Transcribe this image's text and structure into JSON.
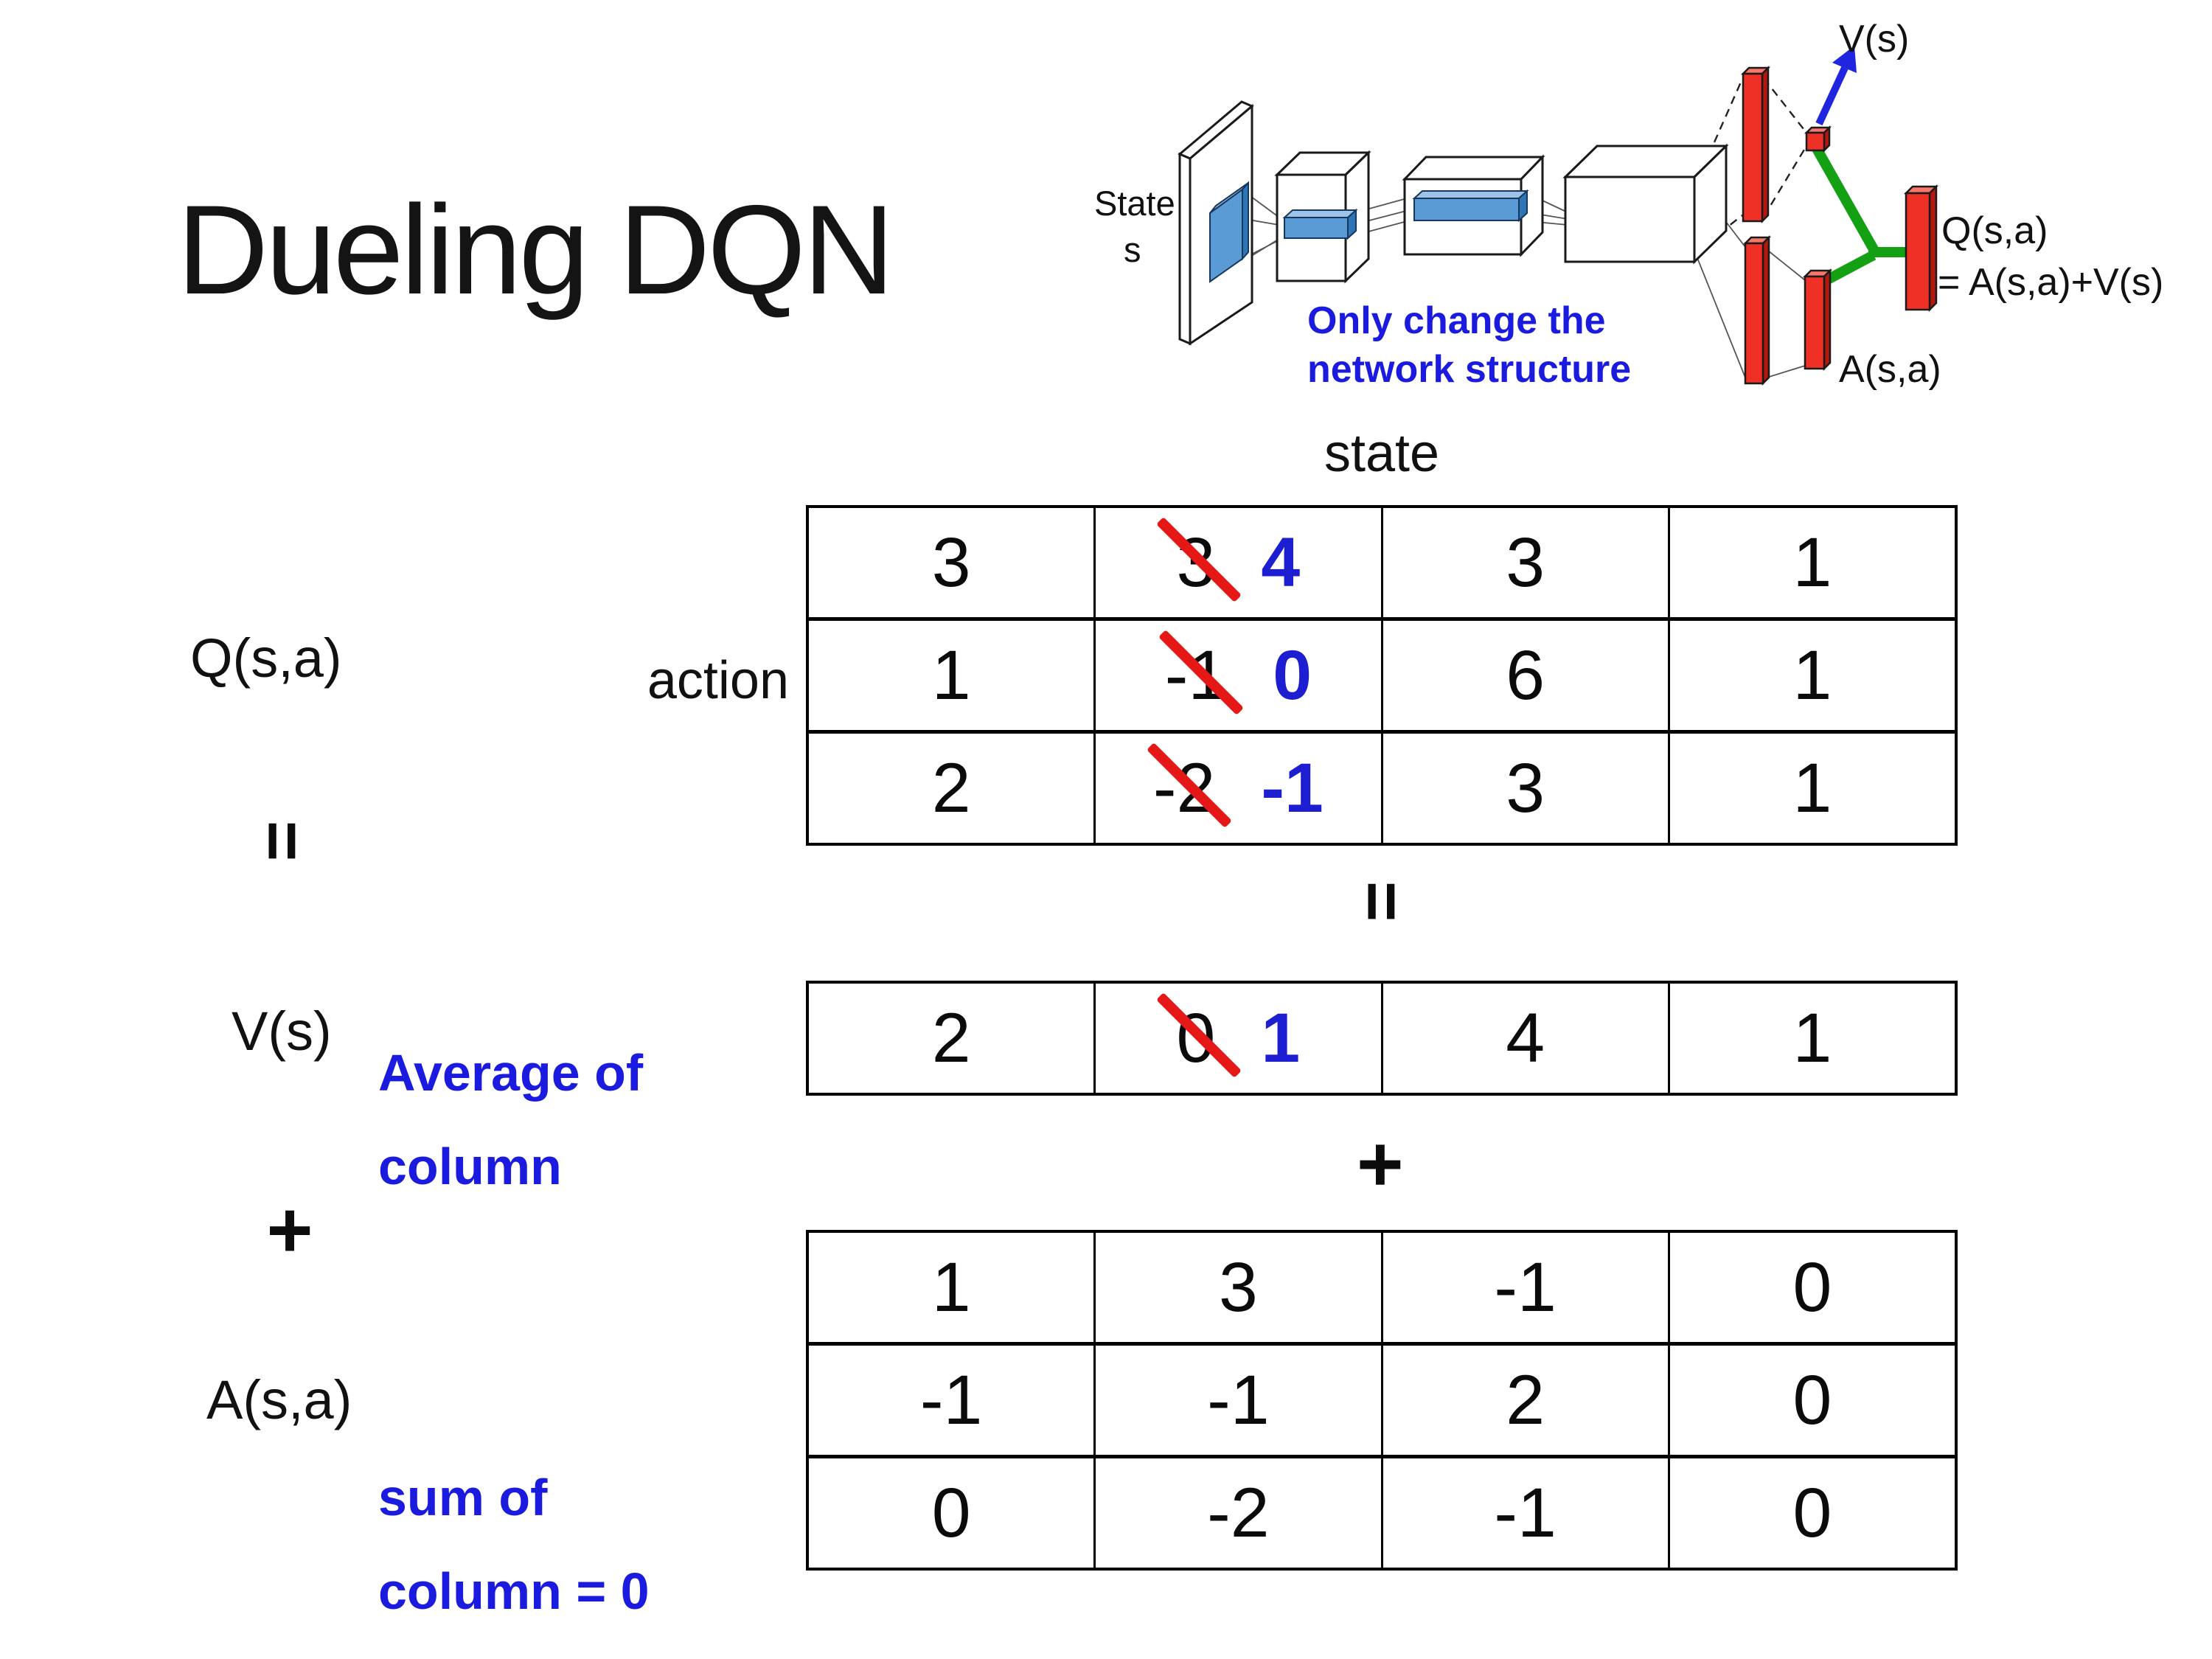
{
  "slide": {
    "title": "Dueling DQN",
    "background": "#ffffff"
  },
  "colors": {
    "note_blue": "#1b1be0",
    "number_blue": "#1d1dd2",
    "strike_red": "#e51717",
    "bar_red": "#ee3124",
    "merge_green": "#13a113",
    "feature_blue": "#5b9bd5"
  },
  "diagram": {
    "state_label": "State",
    "state_sub": "s",
    "note_line1": "Only change the",
    "note_line2": "network structure",
    "v_out_label": "V(s)",
    "q_out_label": "Q(s,a)",
    "q_formula": "= A(s,a)+V(s)",
    "a_out_label": "A(s,a)"
  },
  "decomposition": {
    "q_label": "Q(s,a)",
    "equals_left": "=",
    "v_label": "V(s)",
    "plus_left": "+",
    "a_label": "A(s,a)",
    "state_header": "state",
    "action_header": "action",
    "equals_mid": "=",
    "plus_mid": "+",
    "avg_note": [
      "Average of",
      "column"
    ],
    "sum_note": [
      "sum of",
      "column = 0"
    ]
  },
  "q_table": {
    "rows": [
      [
        "3",
        {
          "old": "3",
          "new": "4"
        },
        "3",
        "1"
      ],
      [
        "1",
        {
          "old": "-1",
          "new": "0"
        },
        "6",
        "1"
      ],
      [
        "2",
        {
          "old": "-2",
          "new": "-1"
        },
        "3",
        "1"
      ]
    ]
  },
  "v_table": {
    "rows": [
      [
        "2",
        {
          "old": "0",
          "new": "1"
        },
        "4",
        "1"
      ]
    ]
  },
  "a_table": {
    "rows": [
      [
        "1",
        "3",
        "-1",
        "0"
      ],
      [
        "-1",
        "-1",
        "2",
        "0"
      ],
      [
        "0",
        "-2",
        "-1",
        "0"
      ]
    ]
  }
}
